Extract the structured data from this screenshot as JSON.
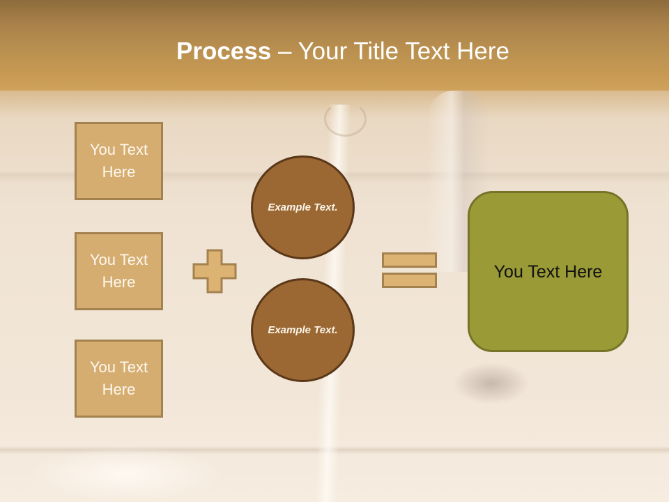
{
  "slide": {
    "title": {
      "bold": "Process",
      "rest": " – Your Title Text Here"
    },
    "input_boxes": [
      {
        "label": "You Text Here"
      },
      {
        "label": "You Text Here"
      },
      {
        "label": "You Text Here"
      }
    ],
    "operators": {
      "plus": "plus-icon",
      "equals": "equals-icon"
    },
    "circles": [
      {
        "label": "Example Text."
      },
      {
        "label": "Example Text."
      }
    ],
    "result_box": {
      "label": "You Text Here"
    },
    "colors": {
      "header_top": "#8d6b3b",
      "header_bottom": "#cfa25c",
      "box_fill": "#d6ad70",
      "box_border": "#a48250",
      "circle_fill": "#9b6833",
      "circle_border": "#5a3718",
      "result_fill": "#9a9a36",
      "result_border": "#767428"
    }
  }
}
